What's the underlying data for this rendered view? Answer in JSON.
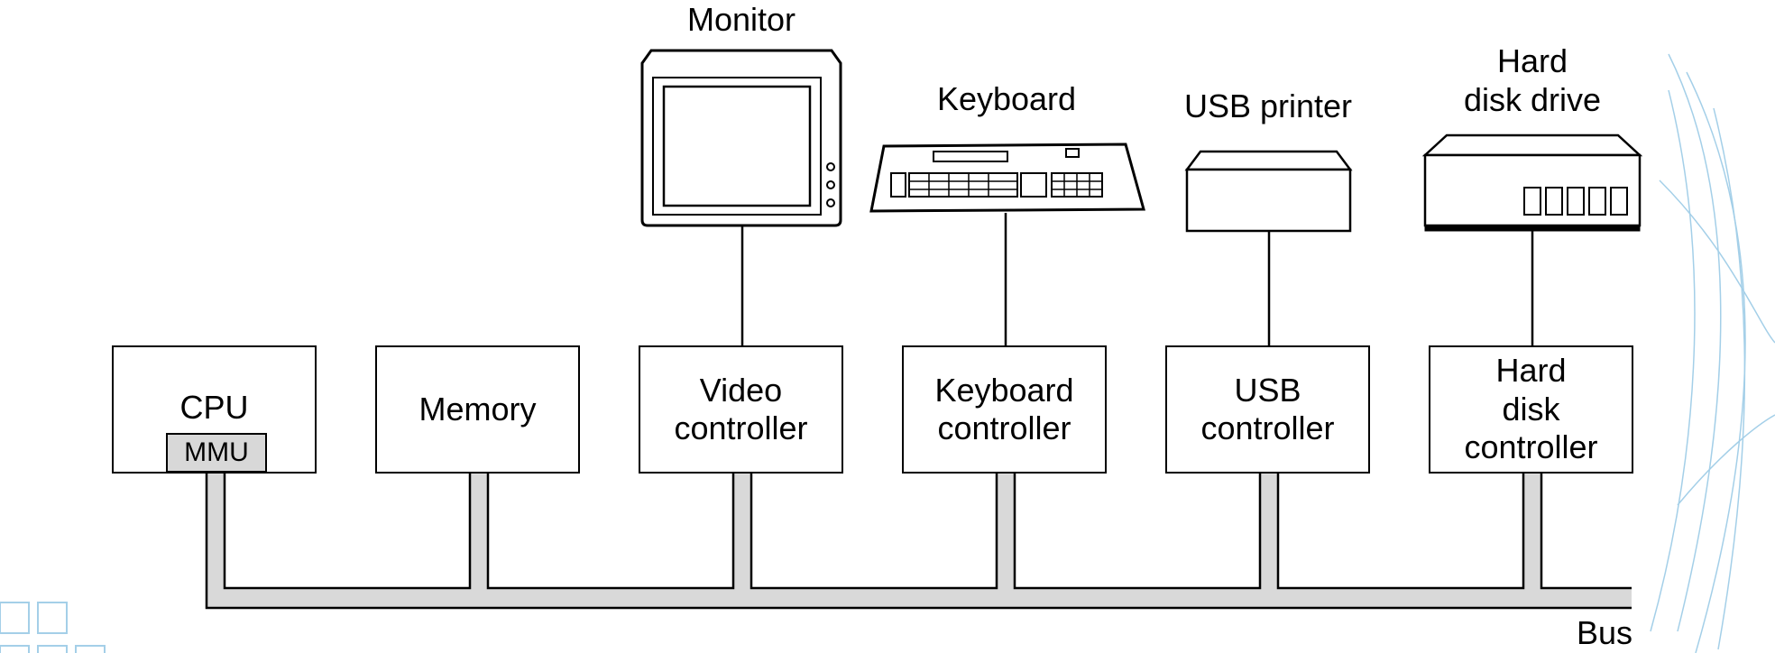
{
  "devices": {
    "monitor": "Monitor",
    "keyboard": "Keyboard",
    "usb_printer": "USB printer",
    "hard_disk_drive": "Hard\ndisk drive"
  },
  "components": {
    "cpu": "CPU",
    "mmu": "MMU",
    "memory": "Memory",
    "video_controller": "Video\ncontroller",
    "keyboard_controller": "Keyboard\ncontroller",
    "usb_controller": "USB\ncontroller",
    "hard_disk_controller": "Hard\ndisk\ncontroller"
  },
  "bus": "Bus",
  "colors": {
    "bus_fill": "#d9d9d9",
    "line": "#000000",
    "watermark": "#5aa9d6"
  }
}
